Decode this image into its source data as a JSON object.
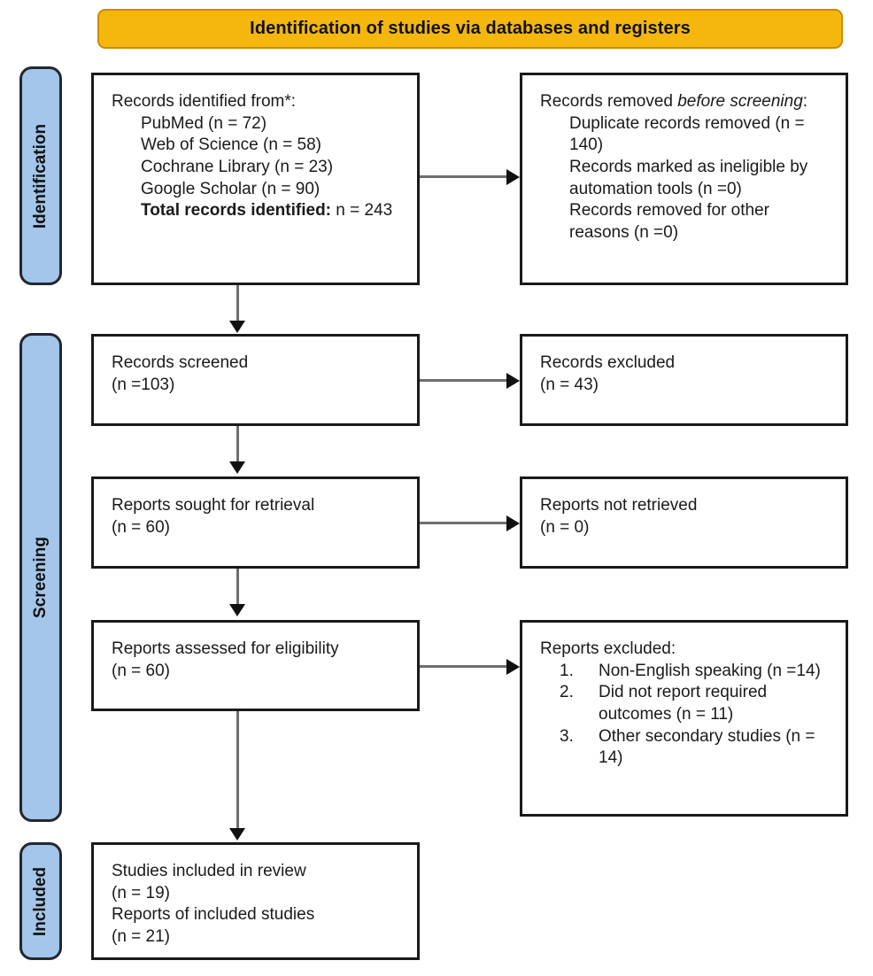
{
  "header": {
    "title": "Identification of studies via databases and registers",
    "background_color": "#F5B70E",
    "border_color": "#C98B05"
  },
  "stages": {
    "identification": "Identification",
    "screening": "Screening",
    "included": "Included",
    "background_color": "#A3C6EA",
    "border_color": "#23272E"
  },
  "boxes": {
    "records_identified": {
      "heading": "Records identified from*:",
      "sources": [
        "PubMed (n = 72)",
        "Web of Science (n = 58)",
        "Cochrane Library (n = 23)",
        "Google Scholar (n = 90)"
      ],
      "total_label": "Total records identified:",
      "total_value": " n = 243"
    },
    "records_removed": {
      "heading_part1": "Records removed ",
      "heading_italic": "before screening",
      "heading_part2": ":",
      "items": [
        "Duplicate records removed (n = 140)",
        "Records marked as ineligible by automation tools (n =0)",
        "Records removed for other reasons (n =0)"
      ]
    },
    "records_screened": {
      "label": "Records screened",
      "count": "(n =103)"
    },
    "records_excluded": {
      "label": "Records excluded",
      "count": "(n = 43)"
    },
    "reports_sought": {
      "label": "Reports sought for retrieval",
      "count": "(n = 60)"
    },
    "reports_not_retrieved": {
      "label": "Reports not retrieved",
      "count": "(n = 0)"
    },
    "reports_assessed": {
      "label": "Reports assessed for eligibility",
      "count": "(n = 60)"
    },
    "reports_excluded": {
      "heading": "Reports excluded:",
      "reasons": [
        {
          "num": "1.",
          "text": "Non-English speaking (n =14)"
        },
        {
          "num": "2.",
          "text": "Did not report required outcomes (n = 11)"
        },
        {
          "num": "3.",
          "text": "Other secondary studies (n = 14)"
        }
      ]
    },
    "studies_included": {
      "line1": "Studies included in review",
      "line2": "(n = 19)",
      "line3": "Reports of included studies",
      "line4": "(n = 21)"
    }
  }
}
